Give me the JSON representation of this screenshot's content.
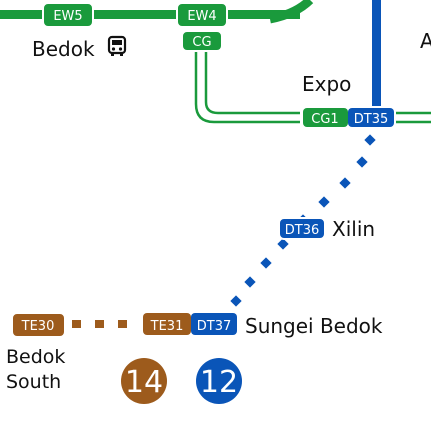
{
  "colors": {
    "ew_green": "#1a9a3c",
    "dt_blue": "#0a55b8",
    "te_brown": "#9d5b1c",
    "text": "#111111",
    "white": "#ffffff"
  },
  "badges": {
    "ew5": "EW5",
    "ew4": "EW4",
    "cg": "CG",
    "cg1": "CG1",
    "dt35": "DT35",
    "dt36": "DT36",
    "te30": "TE30",
    "te31": "TE31",
    "dt37": "DT37"
  },
  "stations": {
    "bedok": "Bedok",
    "expo": "Expo",
    "xilin": "Xilin",
    "sungei_bedok": "Sungei Bedok",
    "bedok_south_line1": "Bedok",
    "bedok_south_line2": "South"
  },
  "cut_text": "A",
  "icons": {
    "bedok_interchange": "bus-icon"
  },
  "route_markers": [
    {
      "number": "14",
      "color": "#9d5b1c"
    },
    {
      "number": "12",
      "color": "#0a55b8"
    }
  ]
}
